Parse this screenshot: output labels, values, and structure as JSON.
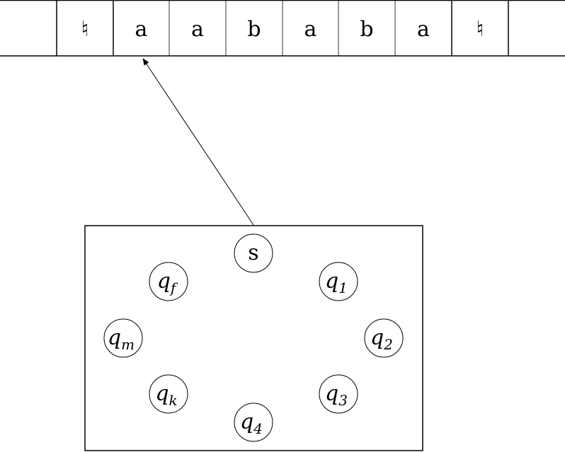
{
  "tape": {
    "cells": [
      "",
      "♮",
      "a",
      "a",
      "b",
      "a",
      "b",
      "a",
      "♮",
      ""
    ],
    "head_cell_index": 2
  },
  "control": {
    "states": [
      {
        "name": "s",
        "sub": ""
      },
      {
        "name": "q",
        "sub": "1"
      },
      {
        "name": "q",
        "sub": "2"
      },
      {
        "name": "q",
        "sub": "3"
      },
      {
        "name": "q",
        "sub": "4"
      },
      {
        "name": "q",
        "sub": "k"
      },
      {
        "name": "q",
        "sub": "m"
      },
      {
        "name": "q",
        "sub": "f"
      }
    ]
  }
}
